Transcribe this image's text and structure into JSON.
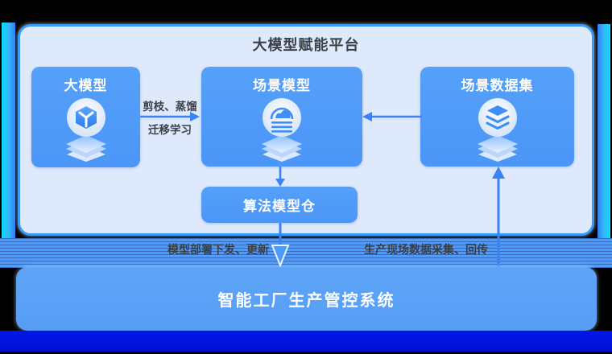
{
  "colors": {
    "panel_bg": "#dfe9fc",
    "panel_border": "#359bfe",
    "node_bg": "#4f9af7",
    "node_text": "#ffffff",
    "title_text": "#3b4149",
    "arrow_accent": "#3b82f6",
    "band_bg": "#4d9bfa",
    "bottom_panel_bg": "#5aa0f6",
    "bottom_band": "#0113e0",
    "edge_strip_cyan": "#0bdcff"
  },
  "platform": {
    "title": "大模型赋能平台",
    "nodes": {
      "largeModel": {
        "label": "大模型",
        "icon": "cube-3d-stack-icon"
      },
      "sceneModel": {
        "label": "场景模型",
        "icon": "scene-gauge-stack-icon"
      },
      "sceneDataset": {
        "label": "场景数据集",
        "icon": "data-layers-stack-icon"
      },
      "modelRepo": {
        "label": "算法模型仓"
      }
    },
    "edges": {
      "pruneDistill": {
        "top": "剪枝、蒸馏",
        "bottom": "迁移学习"
      },
      "deploy": {
        "label": "模型部署下发、更新"
      },
      "collect": {
        "label": "生产现场数据采集、回传"
      }
    }
  },
  "factory": {
    "label": "智能工厂生产管控系统"
  }
}
